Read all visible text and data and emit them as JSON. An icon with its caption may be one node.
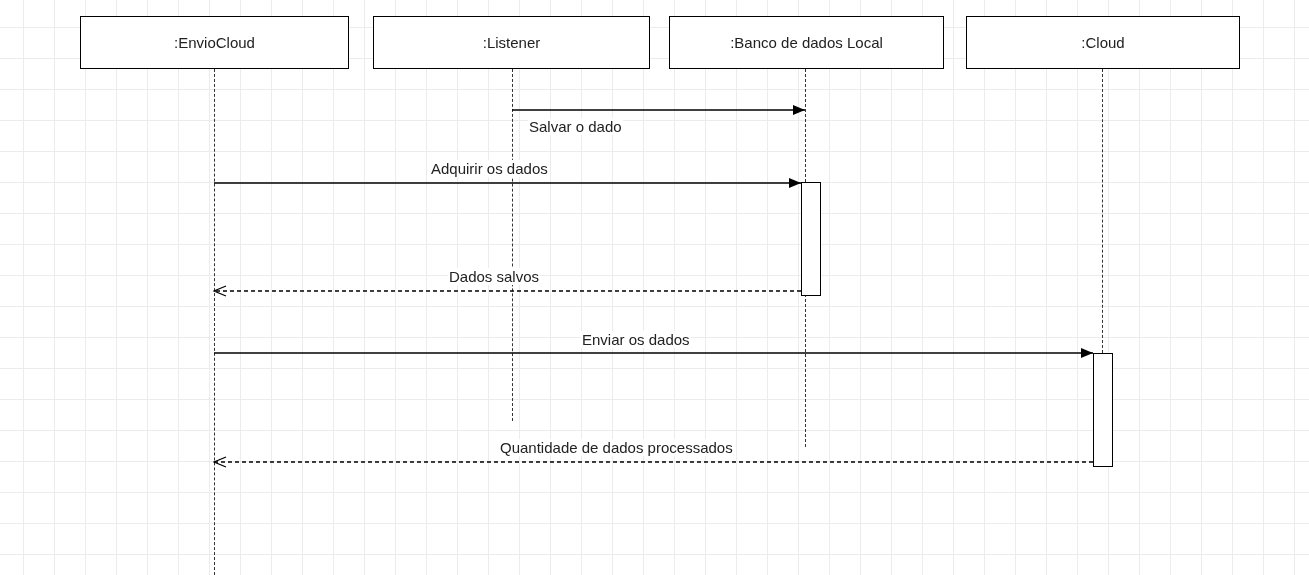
{
  "diagram": {
    "nodes": [
      {
        "text": [
          ":EnvioCloud"
        ]
      },
      {
        "text": [
          ":Listener"
        ]
      },
      {
        "text": [
          ":Banco de dados Local"
        ]
      },
      {
        "text": [
          ":Cloud"
        ]
      },
      {
        "text": [],
        "shape": "line"
      },
      {
        "text": [],
        "shape": "line"
      },
      {
        "text": [],
        "shape": "line"
      },
      {
        "text": [],
        "shape": "line"
      },
      {
        "text": [],
        "shape": "box"
      },
      {
        "text": [],
        "shape": "box"
      }
    ],
    "edges": [
      {
        "from": 5,
        "to": 6,
        "arrow": "to",
        "label": "Salvar o dado"
      },
      {
        "from": 4,
        "to": 8,
        "arrow": "to",
        "label": "Adquirir os dados"
      },
      {
        "from": 8,
        "to": 4,
        "arrow": "to",
        "label": "Dados salvos",
        "style": "dashed"
      },
      {
        "from": 4,
        "to": 9,
        "arrow": "to",
        "label": "Enviar os dados"
      },
      {
        "from": 9,
        "to": 4,
        "arrow": "to",
        "label": "Quantidade de dados processados",
        "style": "dashed"
      }
    ]
  }
}
